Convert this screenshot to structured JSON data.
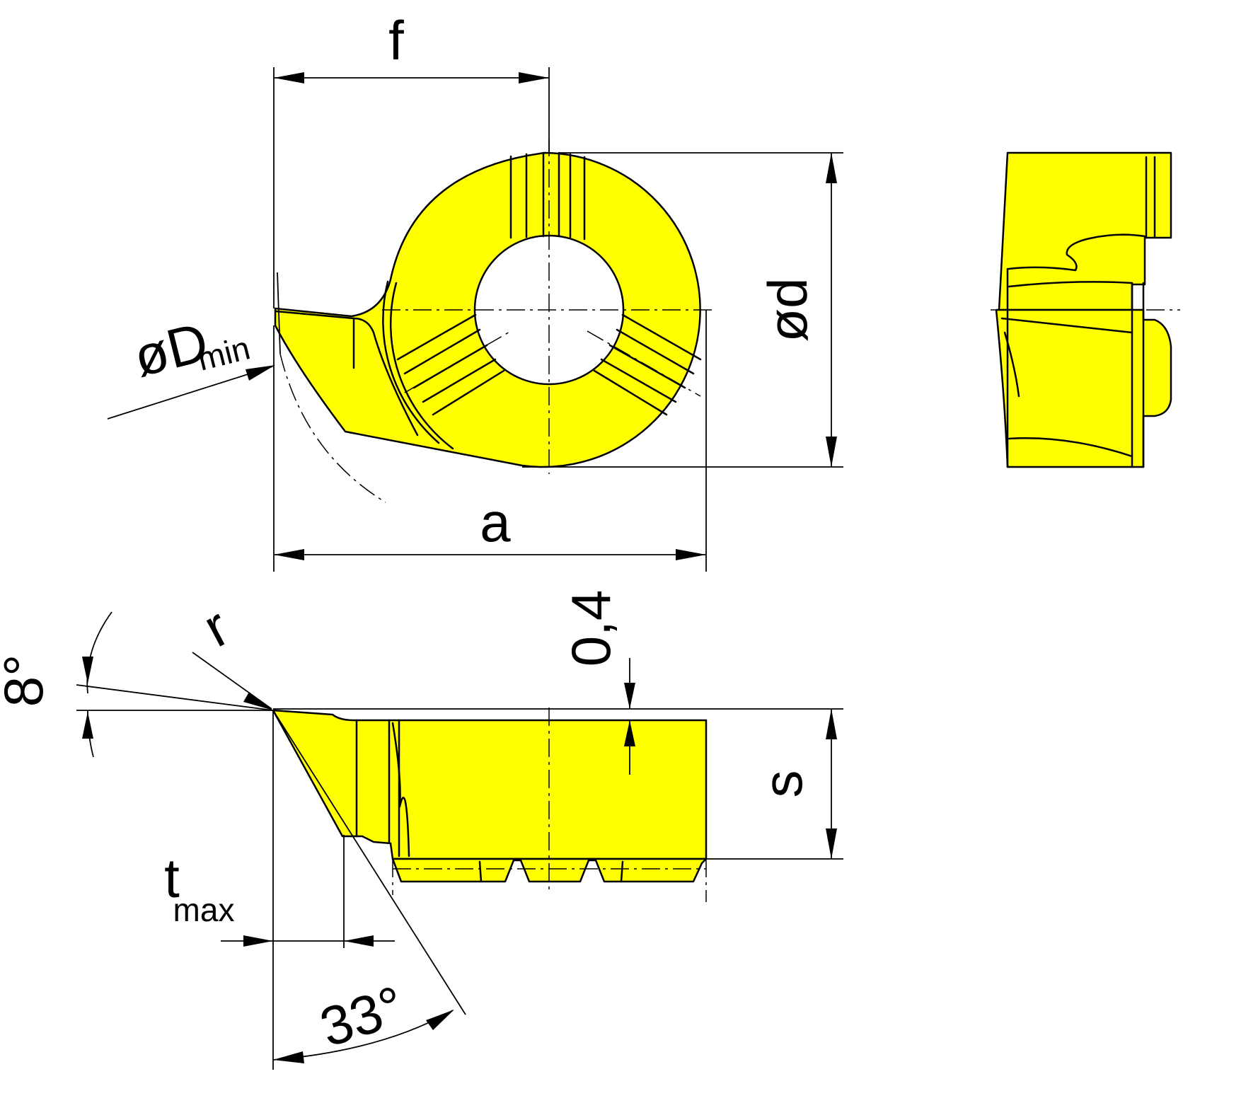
{
  "colors": {
    "insert_fill": "#FFFF00",
    "line": "#000000",
    "background": "#FFFFFF"
  },
  "labels": {
    "f": "f",
    "a": "a",
    "od": "ød",
    "oD": "øD",
    "oD_sub": "min",
    "r": "r",
    "eight_deg": "8°",
    "zero_four": "0,4",
    "s": "s",
    "t": "t",
    "t_sub": "max",
    "thirty_three_deg": "33°"
  }
}
